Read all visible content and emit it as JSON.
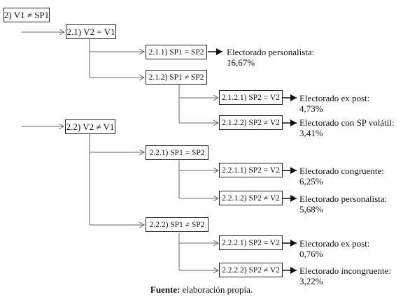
{
  "root": "2) V1 ≠ SP1",
  "branches": [
    {
      "label": "2.1) V2 = V1",
      "children": [
        {
          "label": "2.1.1) SP1 = SP2",
          "result": {
            "name": "Electorado personalista:",
            "pct": "16,67%"
          }
        },
        {
          "label": "2.1.2) SP1 ≠ SP2",
          "children": [
            {
              "label": "2.1.2.1) SP2 = V2",
              "result": {
                "name": "Electorado ex post:",
                "pct": "4,73%"
              }
            },
            {
              "label": "2.1.2.2) SP2 ≠ V2",
              "result": {
                "name": "Electorado con SP volátil:",
                "pct": "3,41%"
              }
            }
          ]
        }
      ]
    },
    {
      "label": "2.2) V2 ≠ V1",
      "children": [
        {
          "label": "2.2.1) SP1 = SP2",
          "children": [
            {
              "label": "2.2.1.1) SP2 = V2",
              "result": {
                "name": "Electorado congruente:",
                "pct": "6,25%"
              }
            },
            {
              "label": "2.2.1.2) SP2 ≠ V2",
              "result": {
                "name": "Electorado personalista:",
                "pct": "5,68%"
              }
            }
          ]
        },
        {
          "label": "2.2.2) SP1 ≠ SP2",
          "children": [
            {
              "label": "2.2.2.1) SP2 = V2",
              "result": {
                "name": "Electorado ex post:",
                "pct": "0,76%"
              }
            },
            {
              "label": "2.2.2.2) SP2 ≠ V2",
              "result": {
                "name": "Electorado incongruente:",
                "pct": "3,22%"
              }
            }
          ]
        }
      ]
    }
  ],
  "footer": {
    "bold": "Fuente:",
    "text": " elaboración propia."
  }
}
